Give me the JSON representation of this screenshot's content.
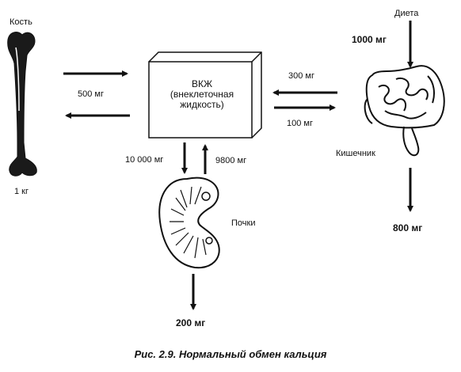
{
  "labels": {
    "bone": "Кость",
    "bone_amount": "1 кг",
    "ecf_line1": "ВКЖ",
    "ecf_line2": "(внеклеточная",
    "ecf_line3": "жидкость)",
    "bone_flow": "500 мг",
    "intestine_in": "300 мг",
    "intestine_out": "100 мг",
    "diet": "Диета",
    "diet_amount": "1000 мг",
    "intestine": "Кишечник",
    "intestine_loss": "800 мг",
    "kidney_filtered": "10 000 мг",
    "kidney_reabsorbed": "9800 мг",
    "kidneys": "Почки",
    "urine": "200 мг"
  },
  "caption": "Рис. 2.9. Нормальный обмен кальция"
}
